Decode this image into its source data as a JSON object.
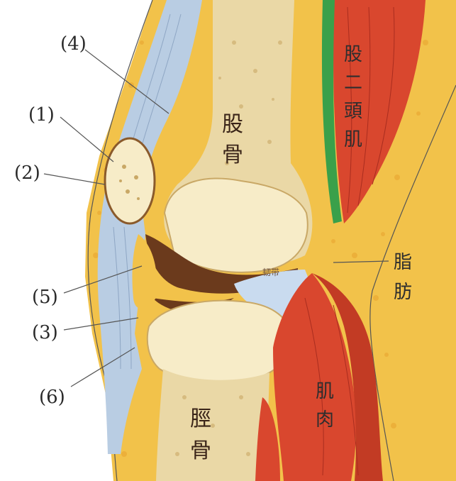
{
  "labels": {
    "n1": "(1)",
    "n2": "(2)",
    "n3": "(3)",
    "n4": "(4)",
    "n5": "(5)",
    "n6": "(6)",
    "femur": [
      "股",
      "骨"
    ],
    "tibia": [
      "脛",
      "骨"
    ],
    "biceps": [
      "股",
      "二",
      "頭",
      "肌"
    ],
    "fat": [
      "脂",
      "肪"
    ],
    "muscle": [
      "肌",
      "肉"
    ],
    "ligament": "韧带"
  },
  "colors": {
    "fat": "#f2c24a",
    "bone_shaft": "#ead8a6",
    "bone_cap": "#f7ecc8",
    "tendon": "#b9cde3",
    "muscle": "#d9472e",
    "muscle_dark": "#a92d1f",
    "green_band": "#3aa04a",
    "cartilage_dark": "#6b3a1c",
    "skin": "#e9b23a"
  }
}
